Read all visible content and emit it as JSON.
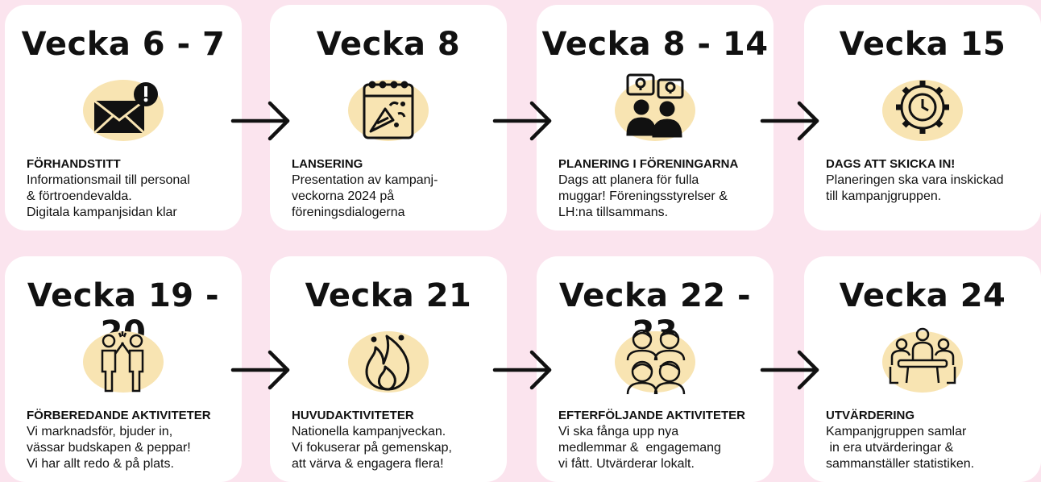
{
  "cards": [
    {
      "week": "Vecka 6 - 7",
      "icon": "envelope-alert-icon",
      "heading": "FÖRHANDSTITT",
      "lines": [
        "Informationsmail till personal",
        "& förtroendevalda.",
        "Digitala kampanjsidan klar"
      ]
    },
    {
      "week": "Vecka 8",
      "icon": "calendar-party-icon",
      "heading": "LANSERING",
      "lines": [
        "Presentation av kampanj-",
        "veckorna 2024 på",
        "föreningsdialogerna"
      ]
    },
    {
      "week": "Vecka 8 - 14",
      "icon": "people-ideas-icon",
      "heading": "PLANERING I FÖRENINGARNA",
      "lines": [
        "Dags att planera för fulla",
        "muggar! Föreningsstyrelser &",
        "LH:na tillsammans."
      ]
    },
    {
      "week": "Vecka 15",
      "icon": "gear-clock-icon",
      "heading": "DAGS ATT SKICKA IN!",
      "lines": [
        "Planeringen ska vara inskickad",
        "till kampanjgruppen."
      ]
    },
    {
      "week": "Vecka 19 - 20",
      "icon": "high-five-icon",
      "heading": "FÖRBEREDANDE AKTIVITETER",
      "lines": [
        "Vi marknadsför, bjuder in,",
        "vässar budskapen & peppar!",
        "Vi har allt redo & på plats."
      ]
    },
    {
      "week": "Vecka 21",
      "icon": "fire-icon",
      "heading": "HUVUDAKTIVITETER",
      "lines": [
        "Nationella kampanjveckan.",
        "Vi fokuserar på gemenskap,",
        "att värva & engagera flera!"
      ]
    },
    {
      "week": "Vecka 22 - 23",
      "icon": "group-people-icon",
      "heading": "EFTERFÖLJANDE AKTIVITETER",
      "lines": [
        "Vi ska fånga upp nya",
        "medlemmar &  engagemang",
        "vi fått. Utvärderar lokalt."
      ]
    },
    {
      "week": "Vecka 24",
      "icon": "meeting-table-icon",
      "heading": "UTVÄRDERING",
      "lines": [
        "Kampanjgruppen samlar",
        " in era utvärderingar &",
        "sammanställer statistiken."
      ]
    }
  ],
  "colors": {
    "background": "#fbe4ee",
    "card": "#ffffff",
    "icon_blob": "#f8e4b2",
    "text": "#111111"
  }
}
